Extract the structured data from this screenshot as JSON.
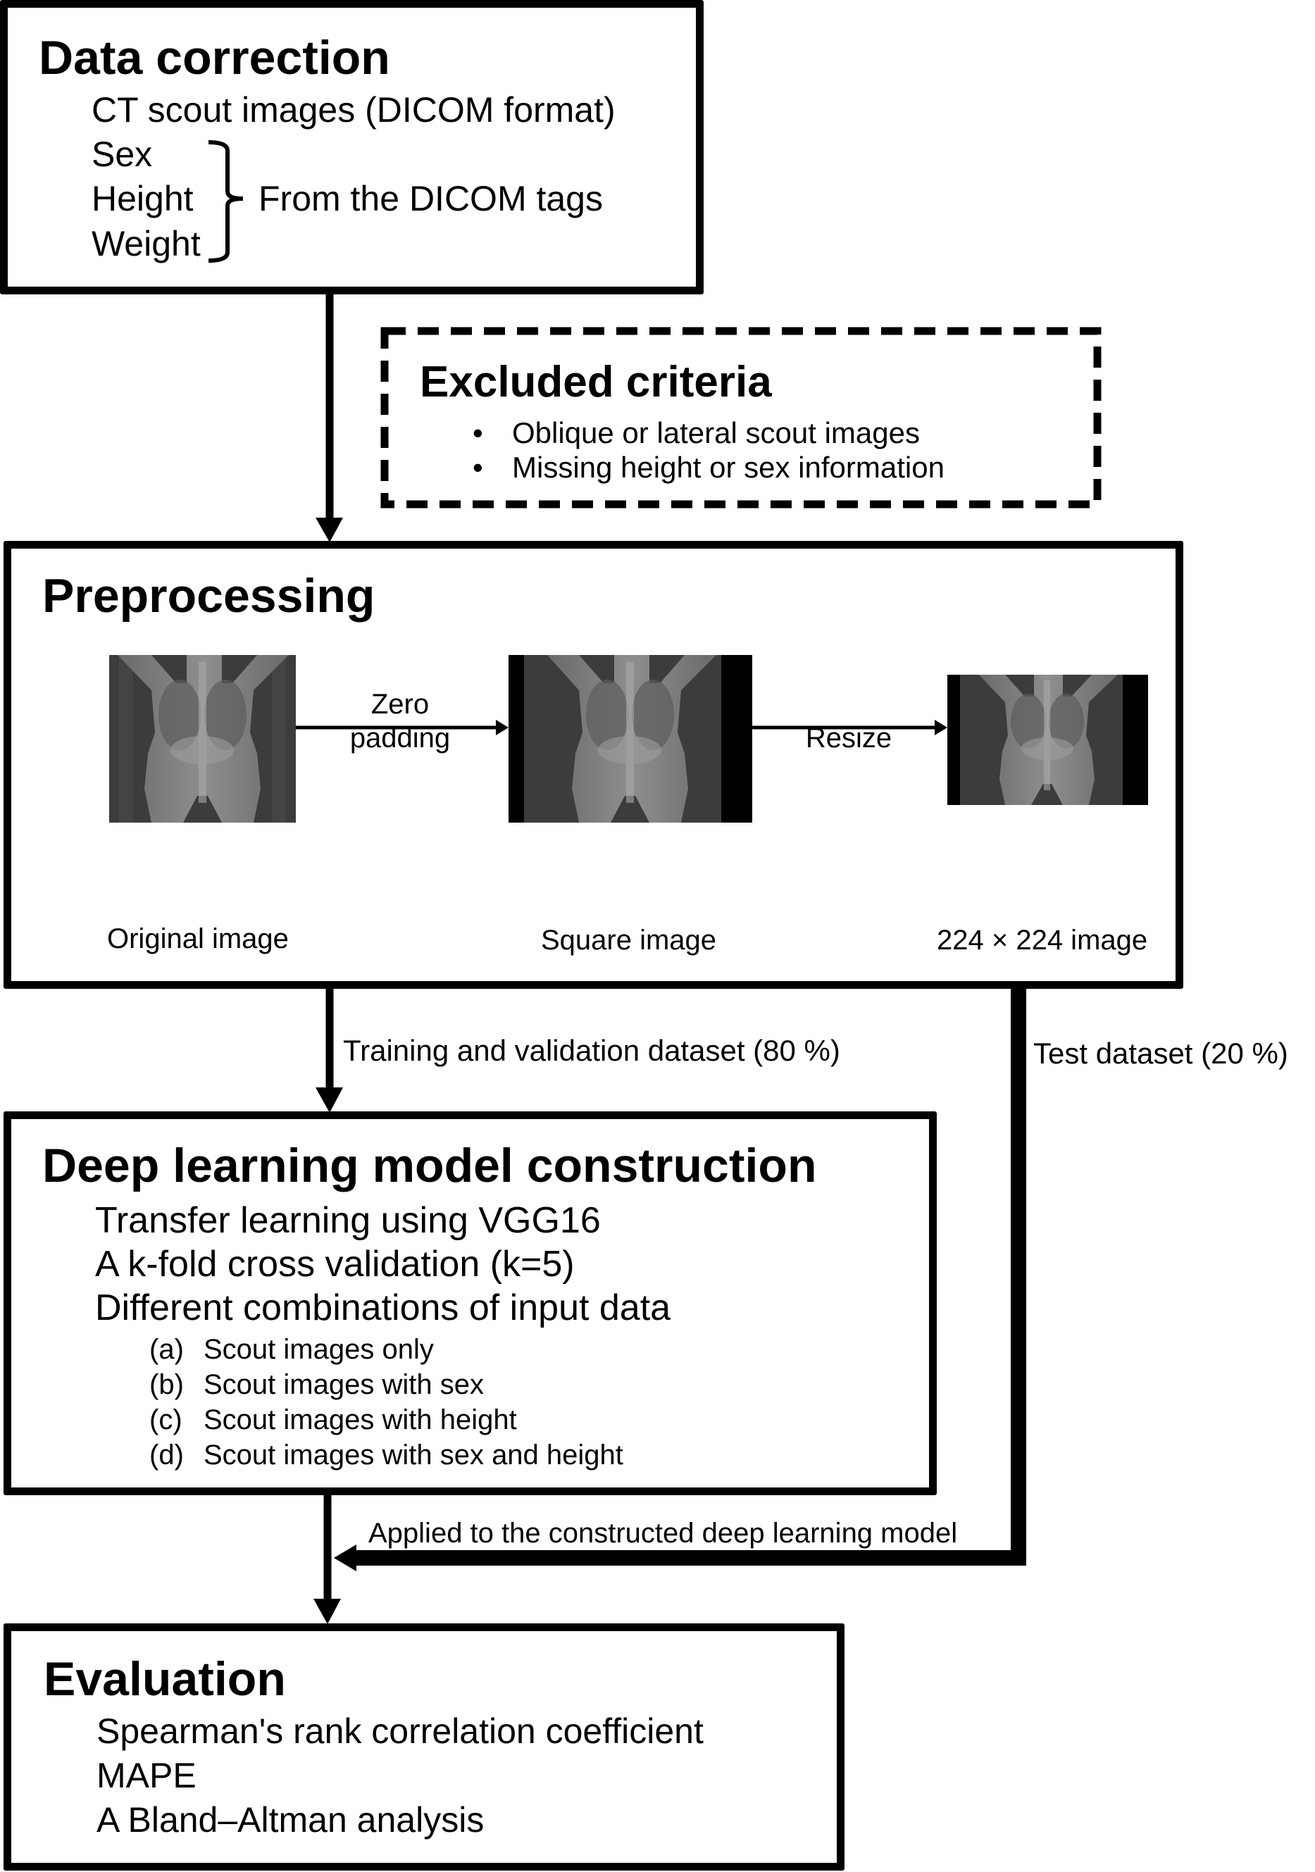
{
  "data_collection": {
    "title": "Data correction",
    "items": [
      "CT scout images (DICOM format)",
      "Sex",
      "Height",
      "Weight"
    ],
    "brace_label": "From the DICOM tags"
  },
  "excluded": {
    "title_part1": "Excluded",
    "title_part2": "criteria",
    "bullet_glyph": "•",
    "items": [
      "Oblique or lateral scout images",
      "Missing height or sex information"
    ]
  },
  "preprocessing": {
    "title": "Preprocessing",
    "step1_label_line1": "Zero",
    "step1_label_line2": "padding",
    "step2_label": "Resize",
    "images": [
      {
        "caption": "Original image"
      },
      {
        "caption": "Square image"
      },
      {
        "caption": "224 × 224 image"
      }
    ]
  },
  "split": {
    "train_label": "Training and validation dataset (80 %)",
    "test_label": "Test dataset (20 %)"
  },
  "model": {
    "title": "Deep learning model construction",
    "items": [
      "Transfer learning using VGG16",
      "A k-fold cross validation (k=5)",
      "Different combinations of input data"
    ],
    "sub_items": [
      {
        "key": "(a)",
        "text": "Scout images only"
      },
      {
        "key": "(b)",
        "text": "Scout images with sex"
      },
      {
        "key": "(c)",
        "text": "Scout images with height"
      },
      {
        "key": "(d)",
        "text": "Scout images with sex and height"
      }
    ]
  },
  "applied_label": "Applied to the constructed deep learning model",
  "evaluation": {
    "title": "Evaluation",
    "items": [
      "Spearman's rank correlation coefficient",
      "MAPE",
      "A Bland–Altman analysis"
    ]
  }
}
